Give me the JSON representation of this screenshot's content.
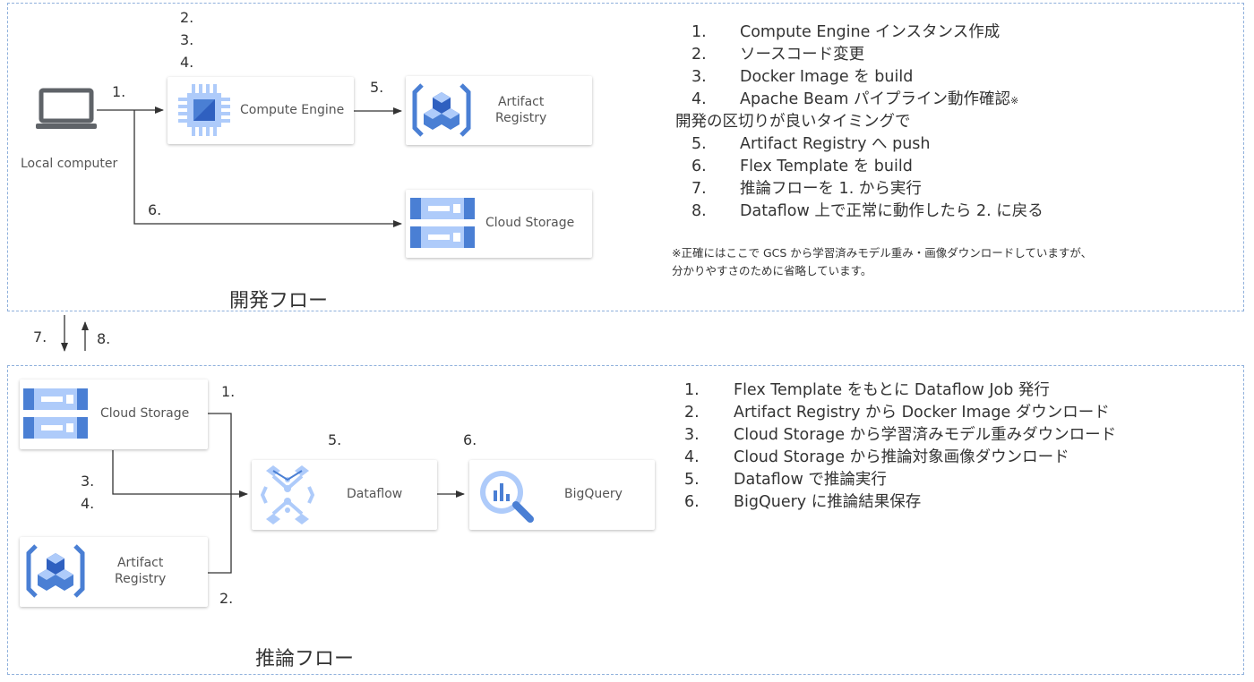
{
  "dev_flow": {
    "title": "開発フロー",
    "nodes": {
      "local_computer": "Local computer",
      "compute_engine": "Compute Engine",
      "artifact_registry": "Artifact\nRegistry",
      "cloud_storage": "Cloud Storage"
    },
    "edge_labels": {
      "to_compute": "1.",
      "compute_loop": [
        "2.",
        "3.",
        "4."
      ],
      "to_registry": "5.",
      "to_storage": "6."
    },
    "steps": [
      {
        "num": "1.",
        "text": "Compute Engine インスタンス作成"
      },
      {
        "num": "2.",
        "text": "ソースコード変更"
      },
      {
        "num": "3.",
        "text": "Docker Image を build"
      },
      {
        "num": "4.",
        "text": "Apache Beam パイプライン動作確認",
        "mark": "※"
      },
      {
        "num": "",
        "text": "開発の区切りが良いタイミングで",
        "subhead": true
      },
      {
        "num": "5.",
        "text": "Artifact Registry へ push"
      },
      {
        "num": "6.",
        "text": "Flex Template を build"
      },
      {
        "num": "7.",
        "text": "推論フローを 1. から実行"
      },
      {
        "num": "8.",
        "text": "Dataflow 上で正常に動作したら 2. に戻る"
      }
    ],
    "footnote": [
      "※正確にはここで GCS から学習済みモデル重み・画像ダウンロードしていますが、",
      "分かりやすさのために省略しています。"
    ]
  },
  "between": {
    "down_label": "7.",
    "up_label": "8."
  },
  "inference_flow": {
    "title": "推論フロー",
    "nodes": {
      "cloud_storage": "Cloud Storage",
      "artifact_registry": "Artifact\nRegistry",
      "dataflow": "Dataflow",
      "bigquery": "BigQuery"
    },
    "edge_labels": {
      "storage_out": "1.",
      "storage_down": [
        "3.",
        "4."
      ],
      "registry_out": "2.",
      "to_dataflow": "5.",
      "to_bigquery": "6."
    },
    "steps": [
      {
        "num": "1.",
        "text": "Flex Template をもとに Dataflow Job 発行"
      },
      {
        "num": "2.",
        "text": "Artifact Registry から Docker Image ダウンロード"
      },
      {
        "num": "3.",
        "text": "Cloud Storage から学習済みモデル重みダウンロード"
      },
      {
        "num": "4.",
        "text": "Cloud Storage から推論対象画像ダウンロード"
      },
      {
        "num": "5.",
        "text": "Dataflow で推論実行"
      },
      {
        "num": "6.",
        "text": "BigQuery に推論結果保存"
      }
    ]
  },
  "colors": {
    "dashed_border": "#8fb0dc",
    "icon_blue": "#4a7fd4",
    "icon_dark_blue": "#2f60c0",
    "icon_light_blue": "#aecbfa",
    "laptop": "#5f6368"
  }
}
